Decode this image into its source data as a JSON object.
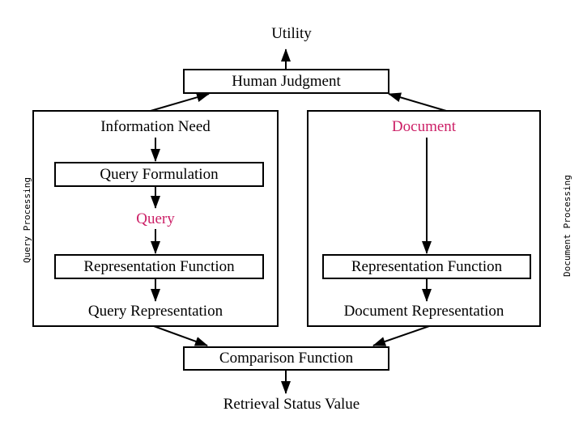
{
  "diagram": {
    "title_node": {
      "label": "Utility"
    },
    "colors": {
      "accent": "#cc1f66",
      "stroke": "#000000",
      "background": "#ffffff"
    },
    "top": {
      "utility_label": "Utility",
      "human_judgment_label": "Human Judgment"
    },
    "left_panel": {
      "side_label": "Query Processing",
      "information_need_label": "Information Need",
      "query_formulation_label": "Query Formulation",
      "query_label": "Query",
      "representation_function_label": "Representation Function",
      "query_representation_label": "Query Representation"
    },
    "right_panel": {
      "side_label": "Document Processing",
      "document_label": "Document",
      "representation_function_label": "Representation Function",
      "document_representation_label": "Document Representation"
    },
    "bottom": {
      "comparison_function_label": "Comparison Function",
      "retrieval_status_value_label": "Retrieval Status Value"
    }
  }
}
